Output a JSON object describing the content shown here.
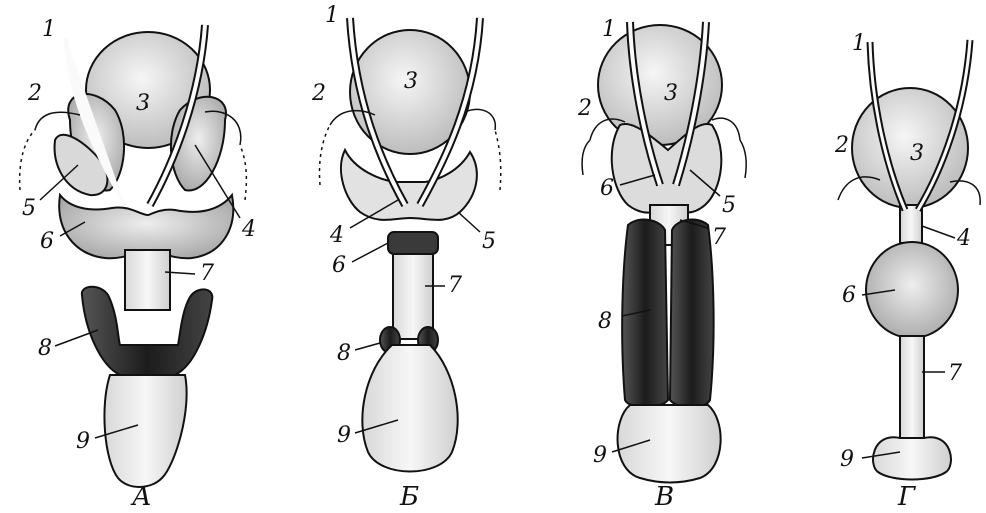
{
  "panels": [
    {
      "id": "A",
      "caption": "А",
      "labels": [
        "1",
        "2",
        "3",
        "4",
        "5",
        "6",
        "7",
        "8",
        "9"
      ]
    },
    {
      "id": "B",
      "caption": "Б",
      "labels": [
        "1",
        "2",
        "3",
        "4",
        "5",
        "6",
        "7",
        "8",
        "9"
      ]
    },
    {
      "id": "V",
      "caption": "В",
      "labels": [
        "1",
        "2",
        "3",
        "5",
        "6",
        "7",
        "8",
        "9"
      ]
    },
    {
      "id": "G",
      "caption": "Г",
      "labels": [
        "1",
        "2",
        "3",
        "4",
        "6",
        "7",
        "9"
      ]
    }
  ],
  "colors": {
    "ink": "#111111",
    "bladder": "#e9e9e9",
    "gland_light": "#dcdcdc",
    "gland_mid": "#c8c8c8",
    "gland_dark": "#2a2a2a",
    "urethra": "#f2f2f2"
  }
}
